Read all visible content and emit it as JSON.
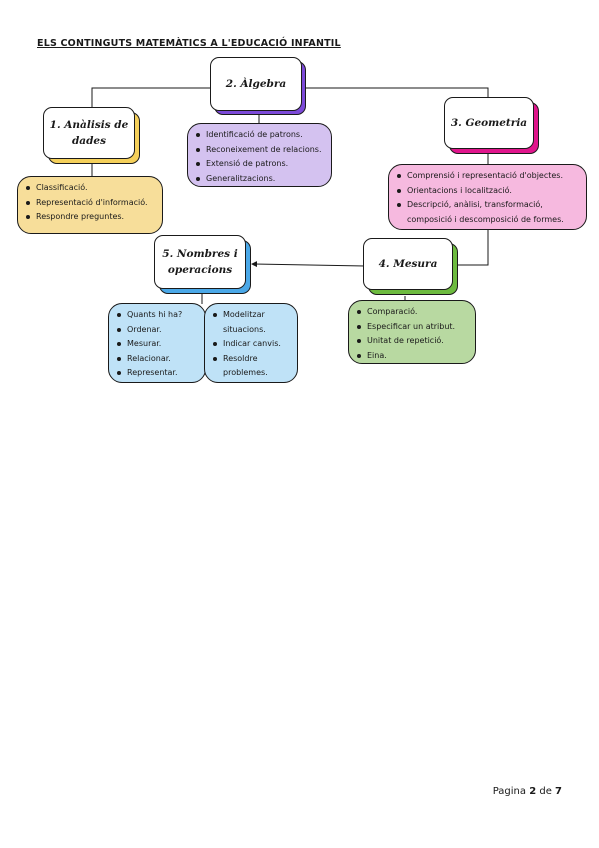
{
  "title": "ELS CONTINGUTS MATEMÀTICS A L'EDUCACIÓ INFANTIL",
  "colors": {
    "yellow": "#f7de9a",
    "purple": "#d4c2f0",
    "pink": "#f6b9df",
    "green": "#b8d9a1",
    "blue": "#bfe2f7",
    "accent_purple": "#7c4ad8",
    "accent_pink": "#e0158c",
    "accent_green": "#6dbb3f",
    "accent_blue": "#4aa8e8",
    "accent_yellow": "#f5d05a"
  },
  "nodes": {
    "dades": {
      "line1": "1. Anàlisis de",
      "line2": "dades"
    },
    "algebra": {
      "line1": "2. Àlgebra"
    },
    "geometria": {
      "line1": "3. Geometria"
    },
    "mesura": {
      "line1": "4. Mesura"
    },
    "nombres": {
      "line1": "5. Nombres i",
      "line2": "operacions"
    }
  },
  "boxes": {
    "dades": [
      "Classificació.",
      "Representació d'informació.",
      "Respondre preguntes."
    ],
    "algebra": [
      "Identificació de patrons.",
      "Reconeixement de relacions.",
      "Extensió de patrons.",
      "Generalitzacions."
    ],
    "geometria": [
      "Comprensió i representació d'objectes.",
      "Orientacions i localització.",
      "Descripció, anàlisi, transformació,",
      "composició i descomposició de formes."
    ],
    "mesura": [
      "Comparació.",
      "Especificar un atribut.",
      "Unitat de repetició.",
      "Eina."
    ],
    "nombres_left": [
      "Quants hi ha?",
      "Ordenar.",
      "Mesurar.",
      "Relacionar.",
      "Representar."
    ],
    "nombres_right": [
      "Modelitzar",
      "situacions.",
      "Indicar canvis.",
      "Resoldre",
      "problemes."
    ]
  },
  "footer": {
    "prefix": "Pagina",
    "page": "2",
    "de": "de",
    "total": "7"
  }
}
